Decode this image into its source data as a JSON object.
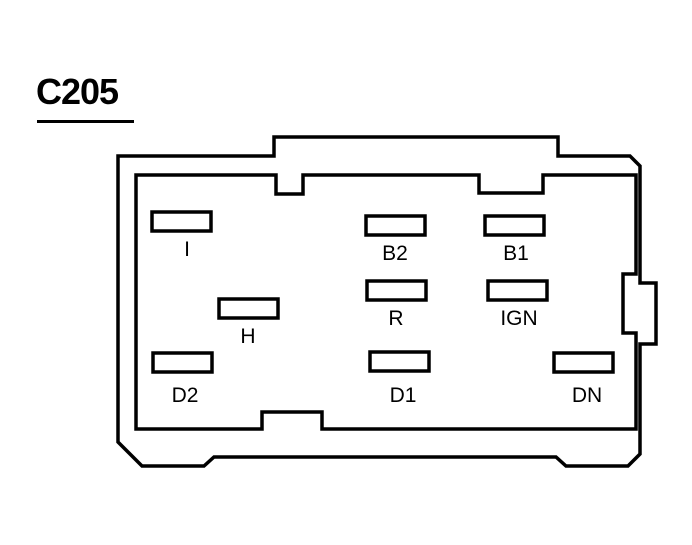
{
  "connector": {
    "name": "C205"
  },
  "pins": [
    {
      "id": "pin-i",
      "label": "I"
    },
    {
      "id": "pin-b2",
      "label": "B2"
    },
    {
      "id": "pin-b1",
      "label": "B1"
    },
    {
      "id": "pin-h",
      "label": "H"
    },
    {
      "id": "pin-r",
      "label": "R"
    },
    {
      "id": "pin-ign",
      "label": "IGN"
    },
    {
      "id": "pin-d2",
      "label": "D2"
    },
    {
      "id": "pin-d1",
      "label": "D1"
    },
    {
      "id": "pin-dn",
      "label": "DN"
    }
  ],
  "colors": {
    "line": "#000000",
    "background": "#ffffff"
  }
}
